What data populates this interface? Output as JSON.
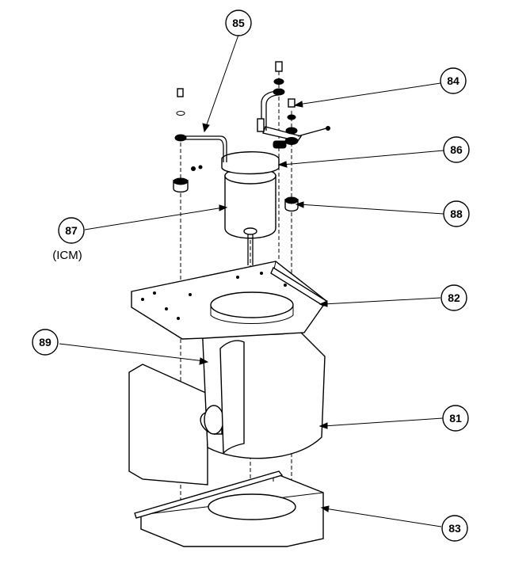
{
  "callouts": [
    {
      "id": "85",
      "label": "85"
    },
    {
      "id": "84",
      "label": "84"
    },
    {
      "id": "86",
      "label": "86"
    },
    {
      "id": "88",
      "label": "88"
    },
    {
      "id": "87",
      "label": "87"
    },
    {
      "id": "82",
      "label": "82"
    },
    {
      "id": "89",
      "label": "89"
    },
    {
      "id": "81",
      "label": "81"
    },
    {
      "id": "83",
      "label": "83"
    }
  ],
  "notes": {
    "icm": "(ICM)"
  }
}
